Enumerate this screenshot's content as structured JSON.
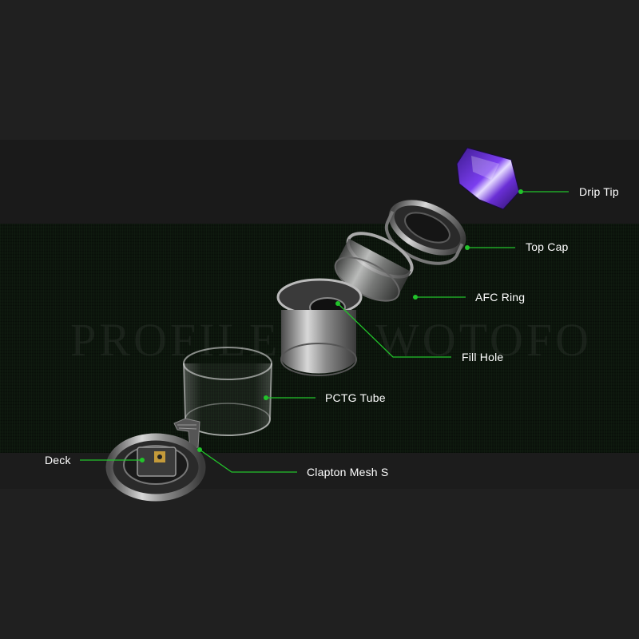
{
  "watermark": {
    "left": "PROFILE",
    "right": "WOTOFO"
  },
  "labels": {
    "drip_tip": "Drip Tip",
    "top_cap": "Top Cap",
    "afc_ring": "AFC Ring",
    "fill_hole": "Fill Hole",
    "pctg_tube": "PCTG Tube",
    "deck": "Deck",
    "clapton_mesh": "Clapton Mesh S"
  },
  "colors": {
    "leader_line": "#22c32b",
    "drip_tip": "#6a2fd6",
    "metal": "#9a9a9a",
    "background": "#1f1f1f"
  }
}
